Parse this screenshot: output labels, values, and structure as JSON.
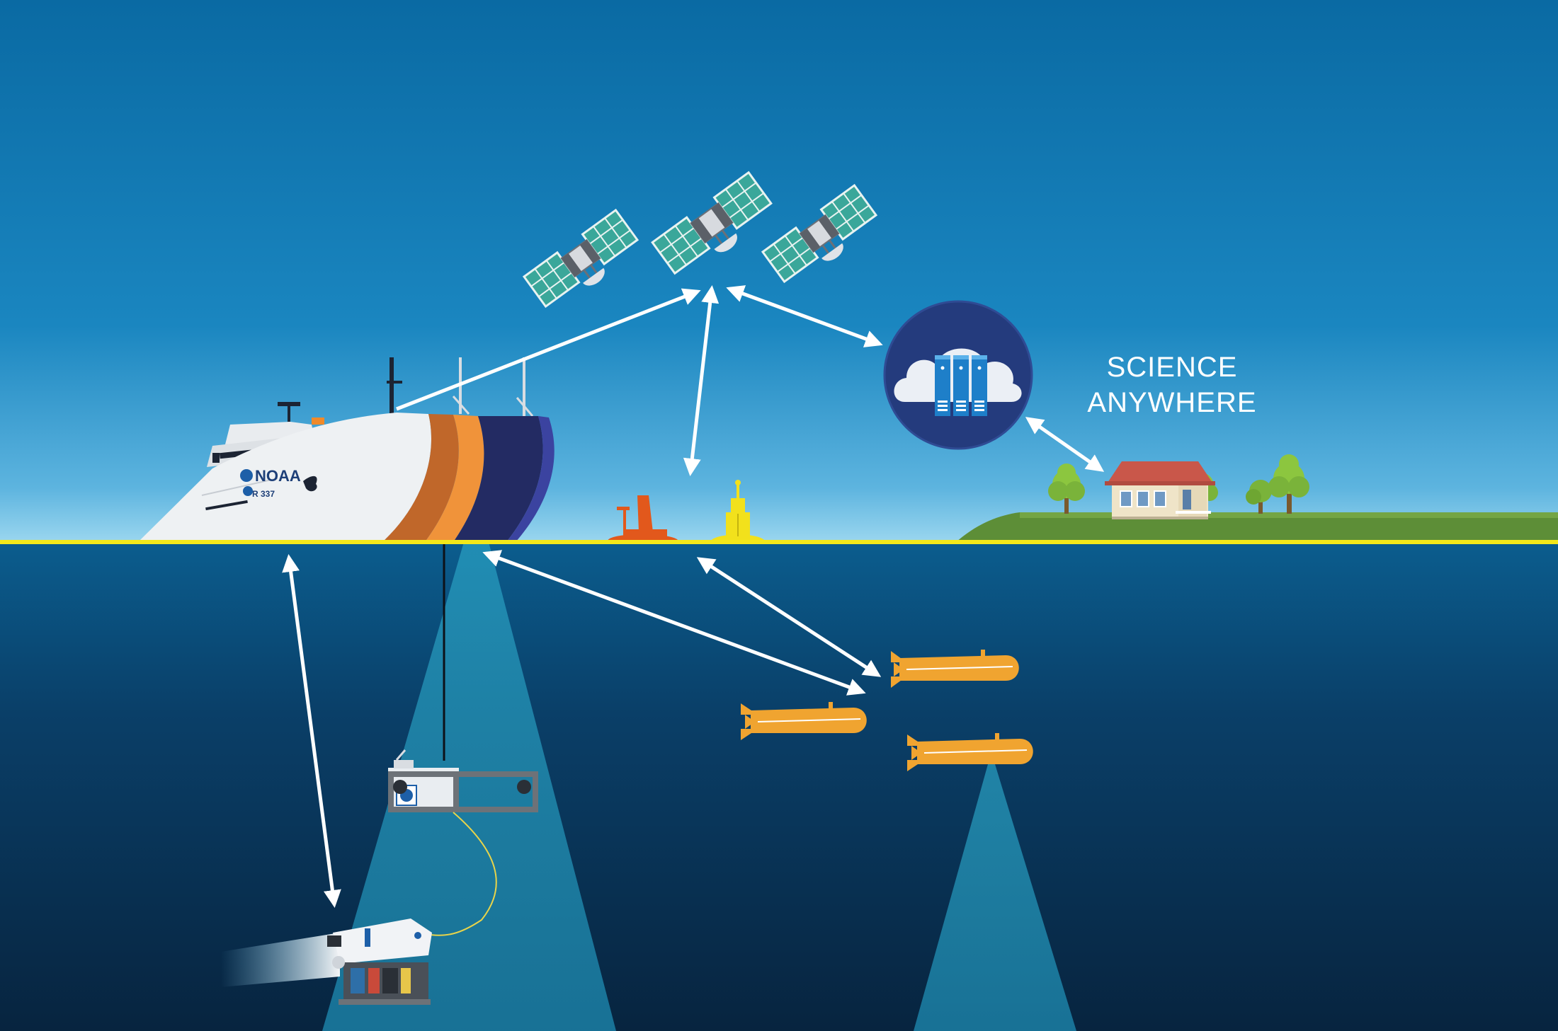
{
  "science_label": {
    "line1": "SCIENCE",
    "line2": "ANYWHERE"
  },
  "ship": {
    "name": "NOAA",
    "hull_number": "R 337"
  },
  "colors": {
    "sky_top": "#0a6fa8",
    "sky_horizon": "#8fd0ee",
    "waterline": "#f3e81a",
    "ocean_top": "#0b5a8a",
    "ocean_bottom": "#07243f",
    "beam": "#1f8fb4",
    "vehicle_orange": "#f0a430",
    "arrow": "#ffffff",
    "cloud_circle": "#233a7a",
    "land": "#5f8f3a"
  },
  "icons": [
    "satellite-icon",
    "cloud-server-icon",
    "house-icon",
    "tree-icon",
    "ship-icon",
    "auv-icon",
    "rov-icon",
    "buoy-icon",
    "saildrone-icon"
  ]
}
